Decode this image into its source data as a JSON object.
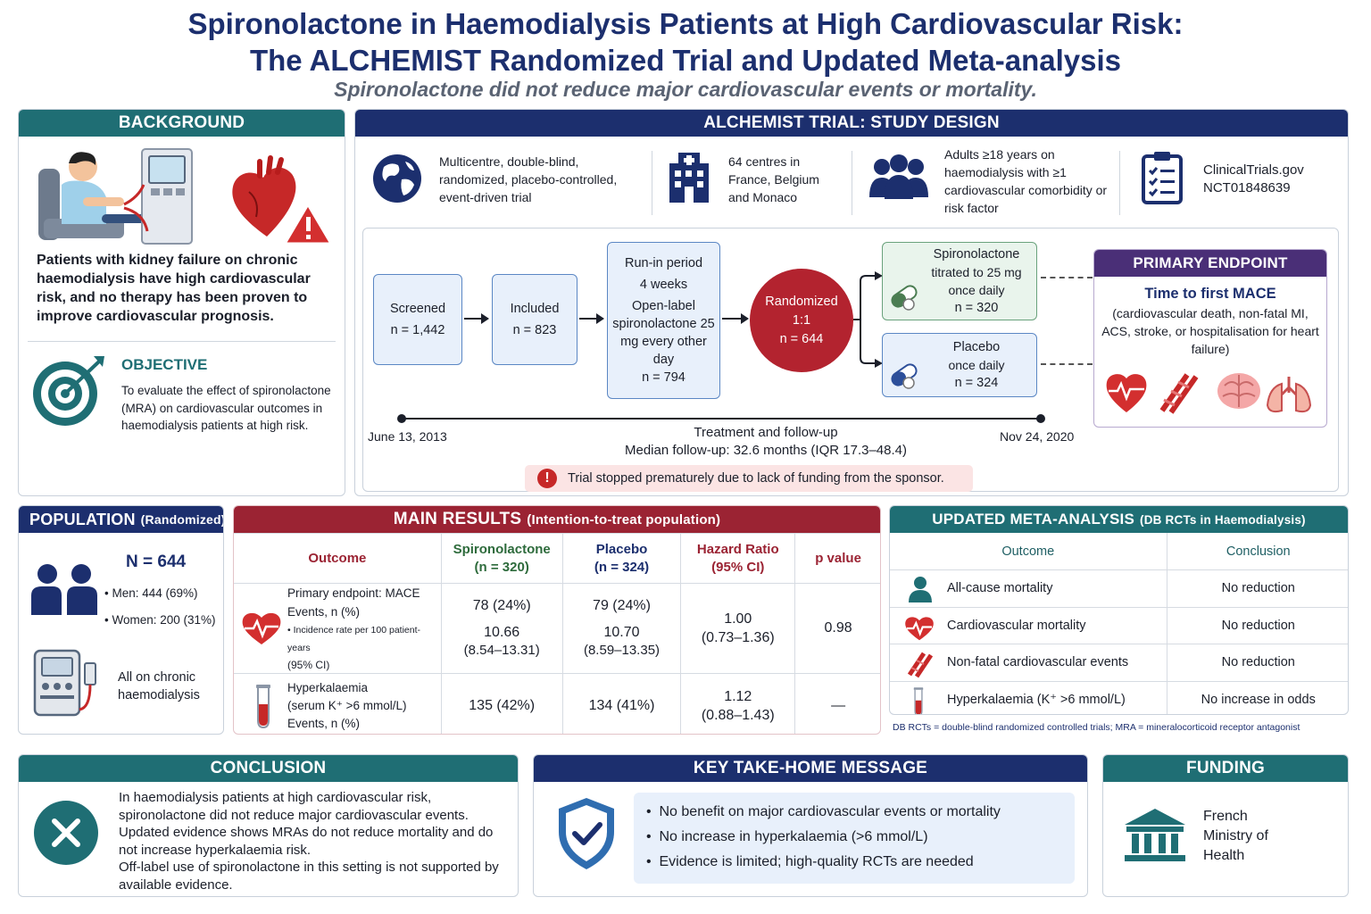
{
  "header": {
    "title_line1": "Spironolactone in Haemodialysis Patients at High Cardiovascular Risk:",
    "title_line2": "The ALCHEMIST Randomized Trial and Updated Meta-analysis",
    "subtitle": "Spironolactone did not reduce major cardiovascular events or mortality."
  },
  "background": {
    "heading": "BACKGROUND",
    "text": "Patients with kidney failure on chronic haemodialysis have high cardiovascular risk, and no therapy has been proven to improve cardiovascular prognosis.",
    "objective_heading": "OBJECTIVE",
    "objective_text": "To evaluate the effect of spironolactone (MRA) on cardiovascular outcomes in haemodialysis patients at high risk."
  },
  "design": {
    "heading": "ALCHEMIST TRIAL: STUDY DESIGN",
    "features": [
      "Multicentre, double-blind, randomized, placebo-controlled, event-driven trial",
      "64 centres in France, Belgium and Monaco",
      "Adults ≥18 years on haemodialysis with ≥1 cardiovascular comorbidity or risk factor",
      "ClinicalTrials.gov NCT01848639"
    ],
    "flow": {
      "screened_label": "Screened",
      "screened_n": "n = 1,442",
      "included_label": "Included",
      "included_n": "n = 823",
      "runin_line1": "Run-in period",
      "runin_line2": "4 weeks",
      "runin_line3": "Open-label spironolactone 25 mg every other day",
      "runin_n": "n = 794",
      "randomized_line1": "Randomized",
      "randomized_line2": "1:1",
      "randomized_n": "n = 644",
      "spiro_line1": "Spironolactone",
      "spiro_line2": "titrated to 25 mg once daily",
      "spiro_n": "n = 320",
      "placebo_line1": "Placebo",
      "placebo_line2": "once daily",
      "placebo_n": "n = 324"
    },
    "endpoint": {
      "heading": "PRIMARY ENDPOINT",
      "title": "Time to first MACE",
      "text": "(cardiovascular death, non-fatal MI, ACS, stroke, or hospitalisation for heart failure)"
    },
    "timeline": {
      "start": "June 13, 2013",
      "end": "Nov 24, 2020",
      "label": "Treatment and follow-up",
      "median": "Median follow-up: 32.6 months (IQR 17.3–48.4)"
    },
    "warning": "Trial stopped prematurely due to lack of funding from the sponsor."
  },
  "population": {
    "heading": "POPULATION",
    "heading_small": "(Randomized)",
    "n": "N = 644",
    "men": "Men: 444 (69%)",
    "women": "Women: 200 (31%)",
    "dialysis": "All on chronic haemodialysis"
  },
  "results": {
    "heading": "MAIN RESULTS",
    "heading_small": "(Intention-to-treat population)",
    "columns": {
      "outcome": "Outcome",
      "spiro": "Spironolactone",
      "spiro_n": "(n = 320)",
      "placebo": "Placebo",
      "placebo_n": "(n = 324)",
      "hr": "Hazard Ratio",
      "hr_ci": "(95% CI)",
      "p": "p value"
    },
    "row1": {
      "label1": "Primary endpoint: MACE",
      "label2": "Events, n (%)",
      "label3": "Incidence rate per 100 patient-years",
      "label4": "(95% CI)",
      "spiro_events": "78 (24%)",
      "spiro_rate": "10.66",
      "spiro_ci": "(8.54–13.31)",
      "placebo_events": "79 (24%)",
      "placebo_rate": "10.70",
      "placebo_ci": "(8.59–13.35)",
      "hr": "1.00",
      "hr_ci": "(0.73–1.36)",
      "p": "0.98"
    },
    "row2": {
      "label1": "Hyperkalaemia",
      "label2": "(serum K⁺ >6 mmol/L)",
      "label3": "Events, n (%)",
      "spiro": "135 (42%)",
      "placebo": "134 (41%)",
      "hr": "1.12",
      "hr_ci": "(0.88–1.43)",
      "p": "—"
    }
  },
  "meta": {
    "heading": "UPDATED META-ANALYSIS",
    "heading_small": "(DB RCTs in Haemodialysis)",
    "col_outcome": "Outcome",
    "col_conclusion": "Conclusion",
    "rows": [
      {
        "outcome": "All-cause mortality",
        "conclusion": "No reduction"
      },
      {
        "outcome": "Cardiovascular mortality",
        "conclusion": "No reduction"
      },
      {
        "outcome": "Non-fatal cardiovascular events",
        "conclusion": "No reduction"
      },
      {
        "outcome": "Hyperkalaemia (K⁺ >6 mmol/L)",
        "conclusion": "No increase in odds"
      }
    ],
    "footnote": "DB RCTs = double-blind randomized controlled trials; MRA = mineralocorticoid receptor antagonist"
  },
  "conclusion": {
    "heading": "CONCLUSION",
    "text1": "In haemodialysis patients at high cardiovascular risk, spironolactone did not reduce major cardiovascular events. Updated evidence shows MRAs do not reduce mortality and do not increase hyperkalaemia risk.",
    "text2": "Off-label use of spironolactone in this setting is not supported by available evidence."
  },
  "takehome": {
    "heading": "KEY TAKE-HOME MESSAGE",
    "bullets": [
      "No benefit on major cardiovascular events or mortality",
      "No increase in hyperkalaemia (>6 mmol/L)",
      "Evidence is limited; high-quality RCTs are needed"
    ]
  },
  "funding": {
    "heading": "FUNDING",
    "line1": "French",
    "line2": "Ministry of",
    "line3": "Health"
  },
  "colors": {
    "navy": "#1c2f6e",
    "teal": "#1f6e74",
    "red": "#9b2333",
    "purple": "#4a2f77"
  }
}
